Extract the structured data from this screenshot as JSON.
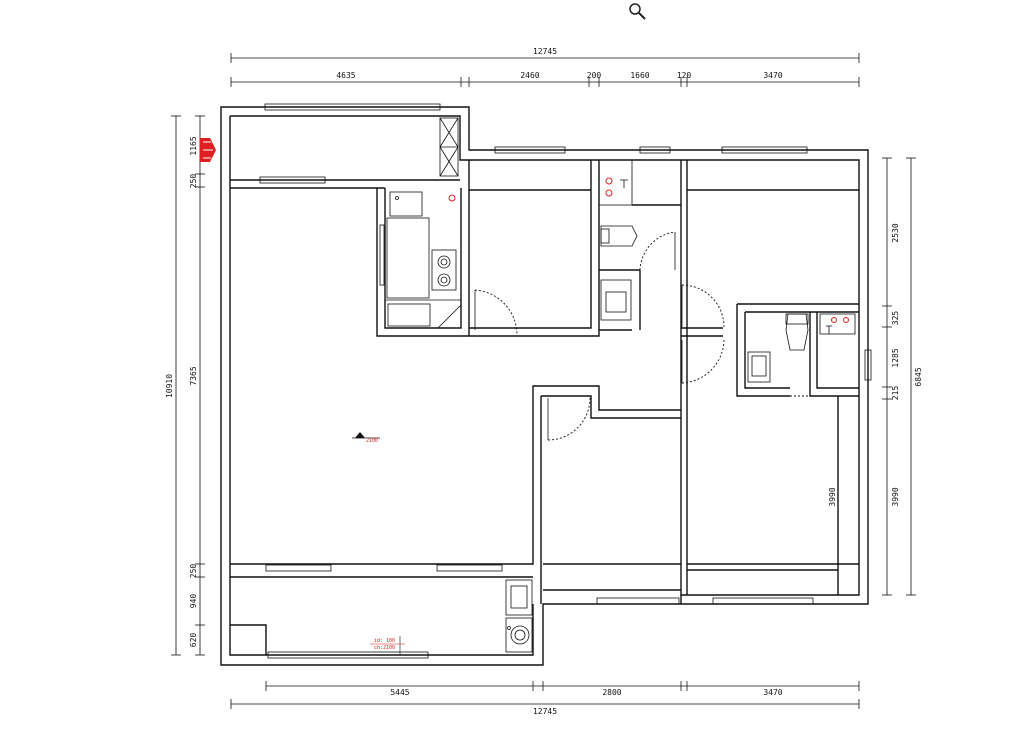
{
  "toolbar": {
    "zoom_icon": "magnifier-icon"
  },
  "dims": {
    "top_total": "12745",
    "top_segments": [
      "4635",
      "2460",
      "200",
      "1660",
      "120",
      "3470"
    ],
    "bottom_segments": [
      "5445",
      "2800",
      "3470"
    ],
    "bottom_total": "12745",
    "left_total": "10910",
    "left_segments": [
      "1165",
      "250",
      "7365",
      "250",
      "940",
      "620"
    ],
    "right_total": "6845",
    "right_segments": [
      "2530",
      "325",
      "1285",
      "215",
      "3990"
    ],
    "inner_vertical": "3990"
  },
  "labels": {
    "level_mark": "2100",
    "tag_line1": "id: 100",
    "tag_line2": "ch:2100"
  },
  "colors": {
    "accent": "#e02020",
    "line": "#111111"
  }
}
